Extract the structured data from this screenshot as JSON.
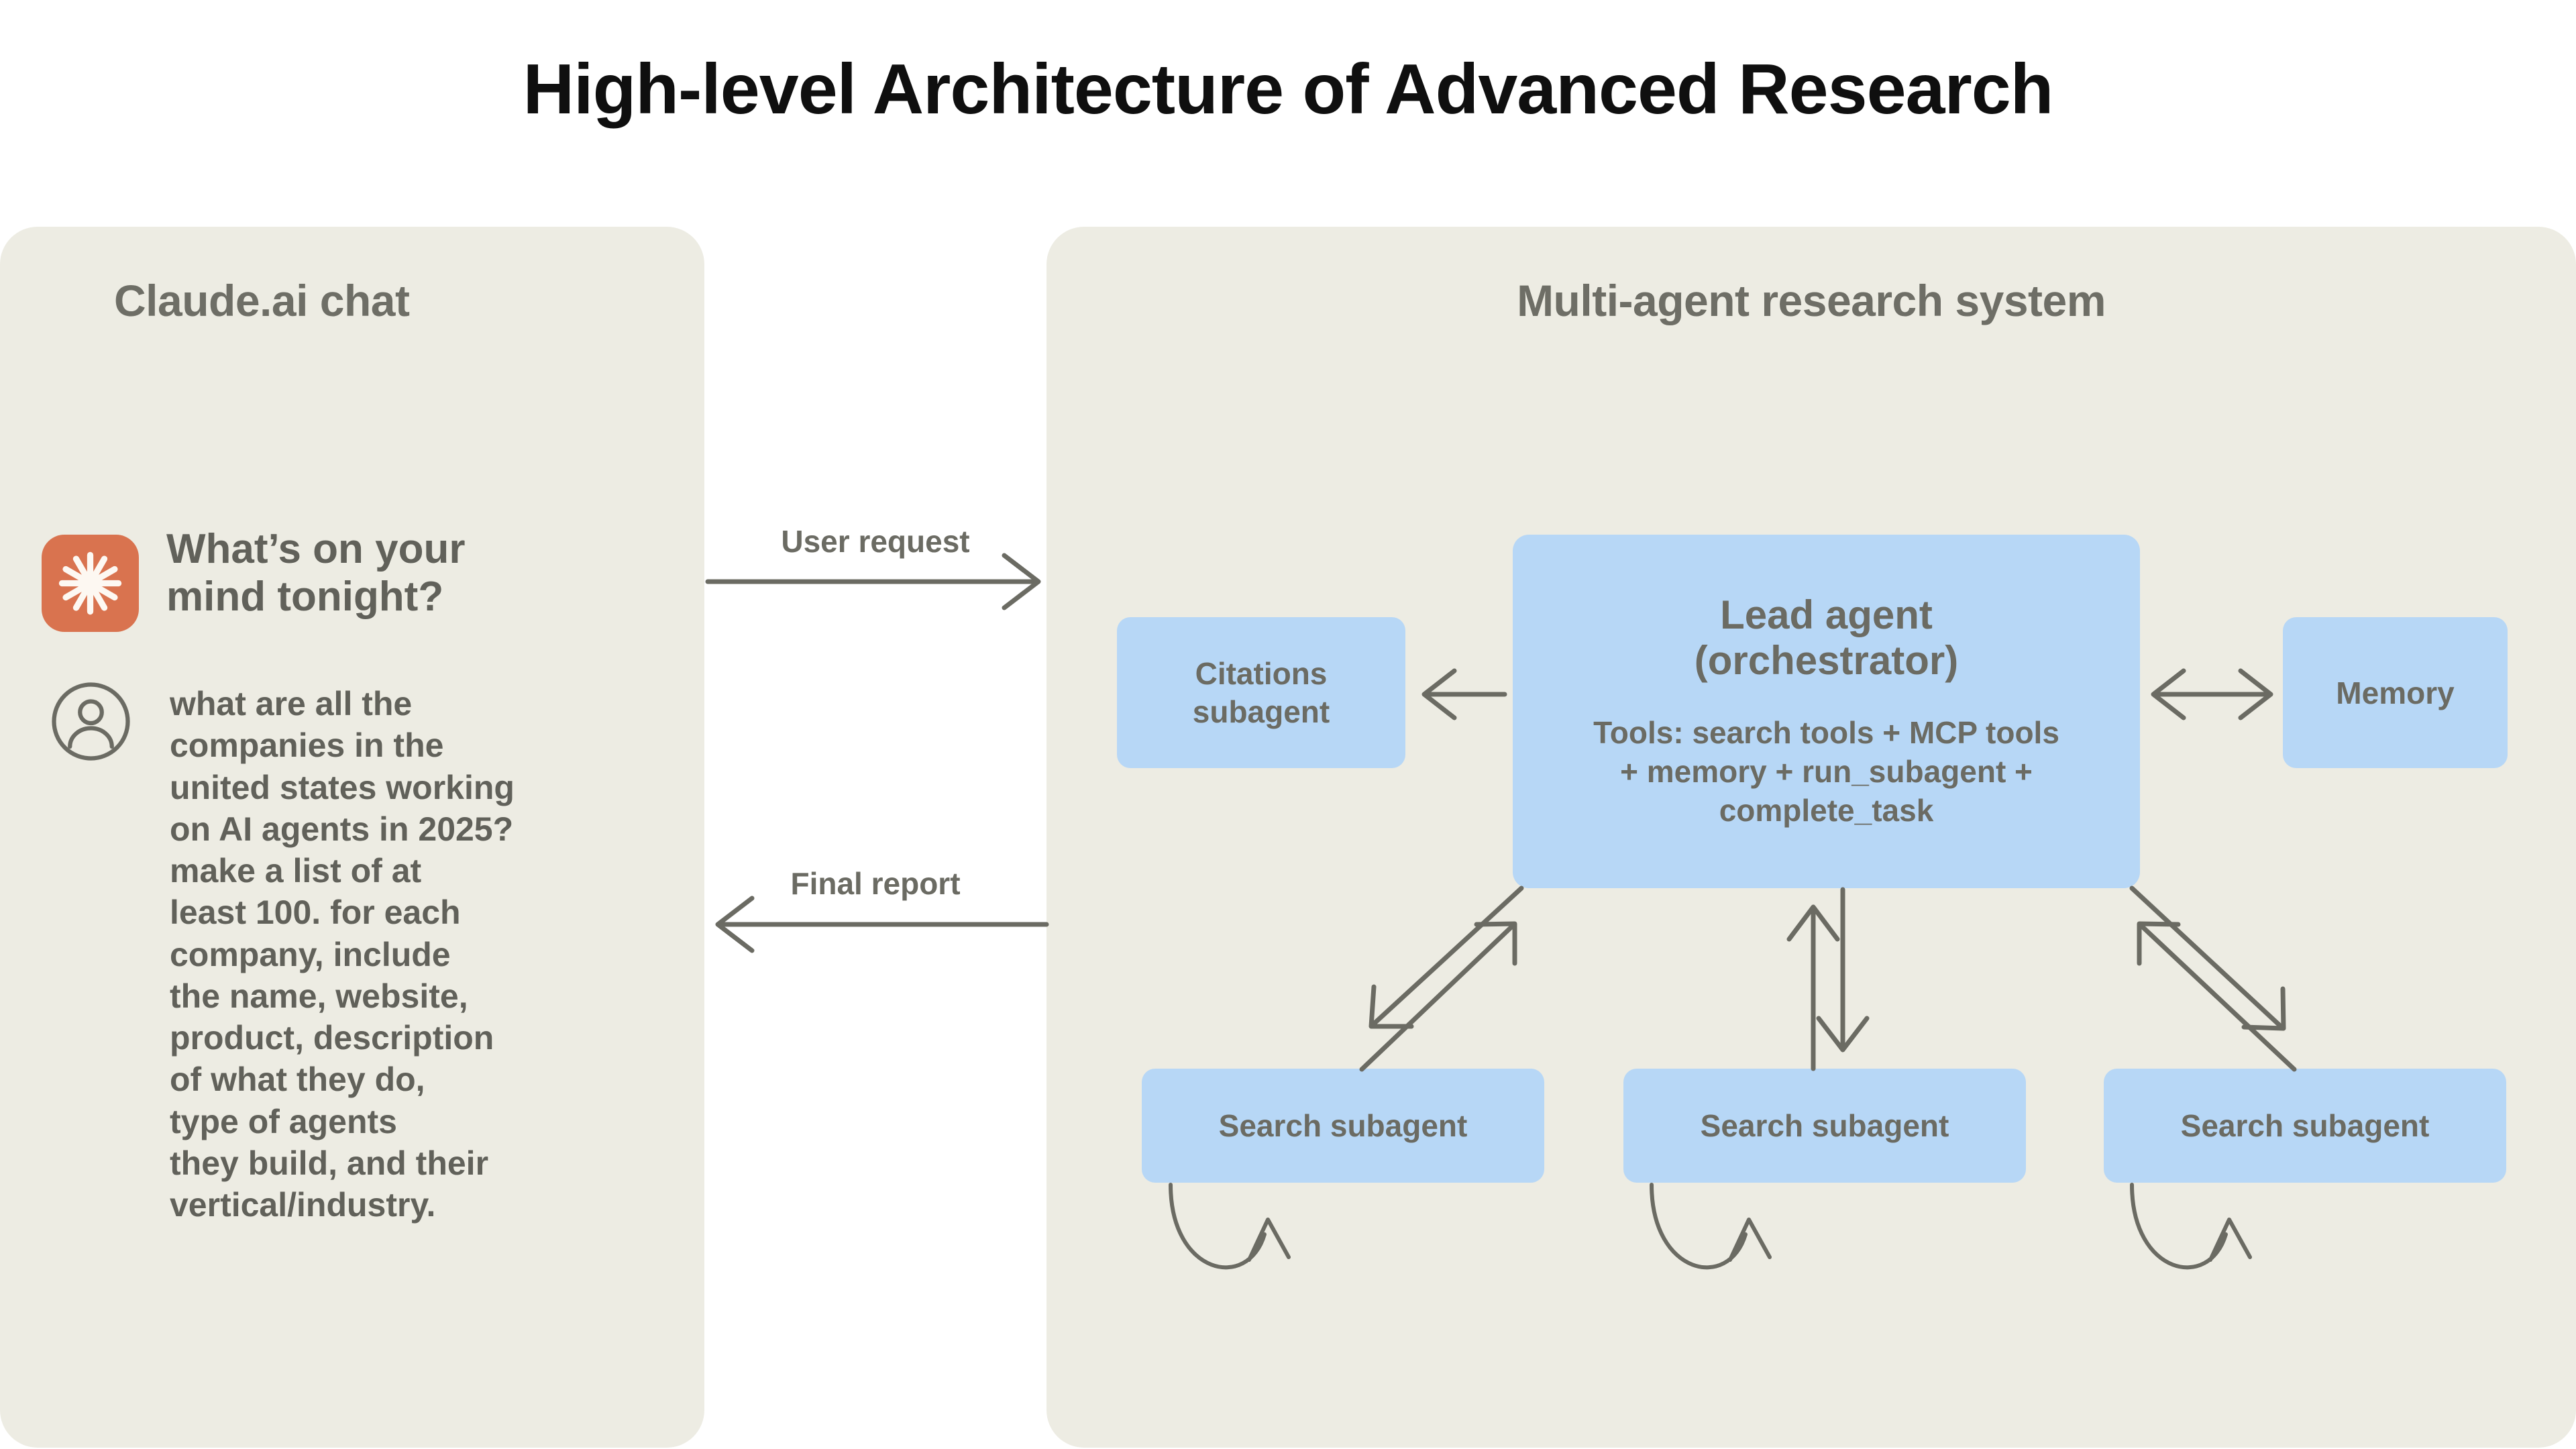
{
  "title": "High-level Architecture of Advanced Research",
  "colors": {
    "page_background": "#ffffff",
    "panel_background": "#edece3",
    "node_blue": "#b7d7f6",
    "text_gray": "#6b6b63",
    "title_black": "#0f0f0f",
    "claude_orange": "#d9734f",
    "connector_gray": "#6b6b63"
  },
  "chat_panel": {
    "title": "Claude.ai chat",
    "logo_icon": "claude-burst-icon",
    "greeting": "What’s on your\nmind tonight?",
    "avatar_icon": "user-avatar-icon",
    "user_prompt": "what are all the\ncompanies in the\nunited states working\non AI agents in 2025?\nmake a list of at\nleast 100. for each\ncompany, include\nthe name, website,\nproduct, description\nof what they do,\ntype of agents\nthey build, and their\nvertical/industry."
  },
  "flows": {
    "user_request": "User request",
    "final_report": "Final report"
  },
  "system_panel": {
    "title": "Multi-agent research system",
    "nodes": {
      "lead_agent": {
        "title": "Lead agent\n(orchestrator)",
        "tools": "Tools: search tools + MCP tools\n+ memory + run_subagent +\ncomplete_task"
      },
      "citations": "Citations\nsubagent",
      "memory": "Memory",
      "search_subagents": [
        "Search subagent",
        "Search subagent",
        "Search subagent"
      ]
    }
  }
}
